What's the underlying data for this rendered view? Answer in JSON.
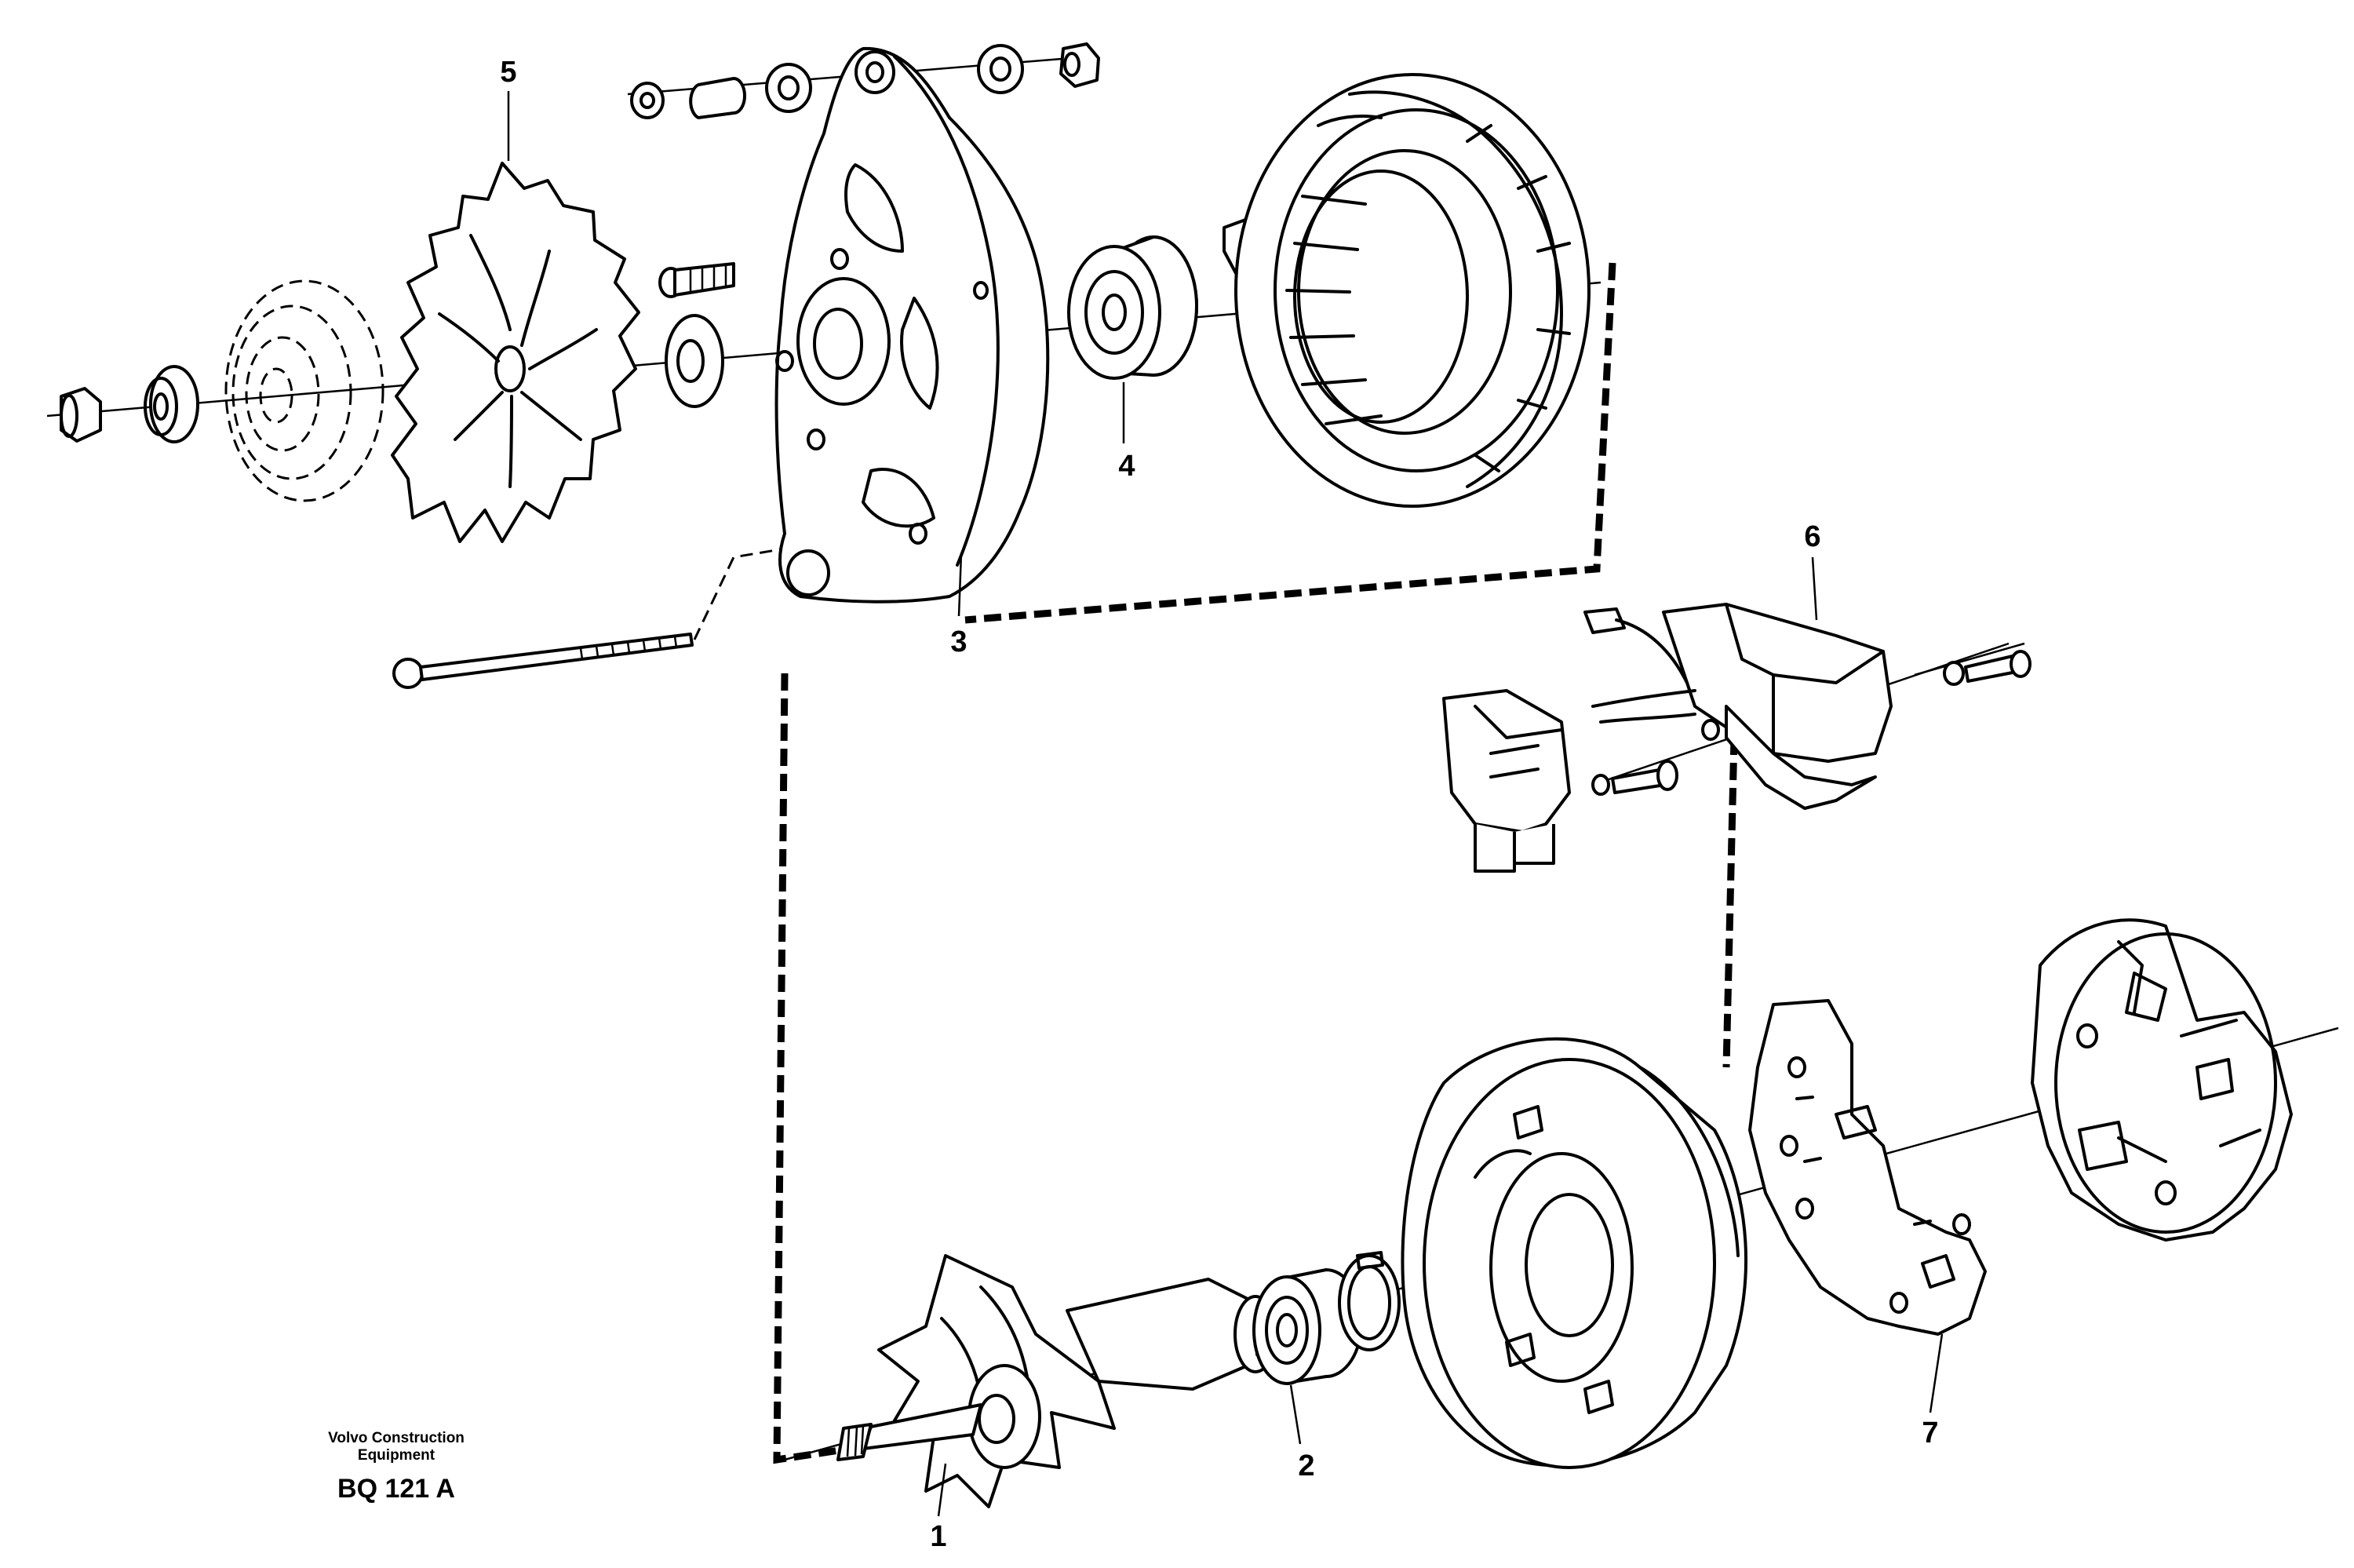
{
  "callouts": {
    "c1": "1",
    "c2": "2",
    "c3": "3",
    "c4": "4",
    "c5": "5",
    "c6": "6",
    "c7": "7"
  },
  "publisher": {
    "line1": "Volvo Construction",
    "line2": "Equipment",
    "code": "BQ 121 A"
  }
}
